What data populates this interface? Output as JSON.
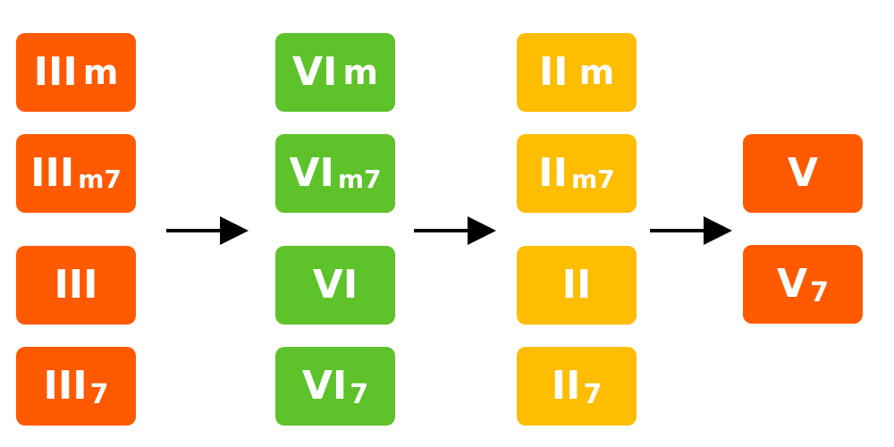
{
  "colors": {
    "iii_group": "#ff5a00",
    "vi_group": "#5ec22a",
    "ii_group": "#ffbd00",
    "v_group": "#ff5a00",
    "arrow": "#000000"
  },
  "groups": [
    {
      "numeral": "III",
      "chords": [
        {
          "numeral": "III",
          "suffix": "m"
        },
        {
          "numeral": "III",
          "suffix": "m7"
        },
        {
          "numeral": "III",
          "suffix": ""
        },
        {
          "numeral": "III",
          "suffix": "7"
        }
      ]
    },
    {
      "numeral": "VI",
      "chords": [
        {
          "numeral": "VI",
          "suffix": "m"
        },
        {
          "numeral": "VI",
          "suffix": "m7"
        },
        {
          "numeral": "VI",
          "suffix": ""
        },
        {
          "numeral": "VI",
          "suffix": "7"
        }
      ]
    },
    {
      "numeral": "II",
      "chords": [
        {
          "numeral": "II",
          "suffix": "m"
        },
        {
          "numeral": "II",
          "suffix": "m7"
        },
        {
          "numeral": "II",
          "suffix": ""
        },
        {
          "numeral": "II",
          "suffix": "7"
        }
      ]
    },
    {
      "numeral": "V",
      "chords": [
        {
          "numeral": "V",
          "suffix": ""
        },
        {
          "numeral": "V",
          "suffix": "7"
        }
      ]
    }
  ],
  "arrows": [
    "right-arrow-icon",
    "right-arrow-icon",
    "right-arrow-icon"
  ]
}
